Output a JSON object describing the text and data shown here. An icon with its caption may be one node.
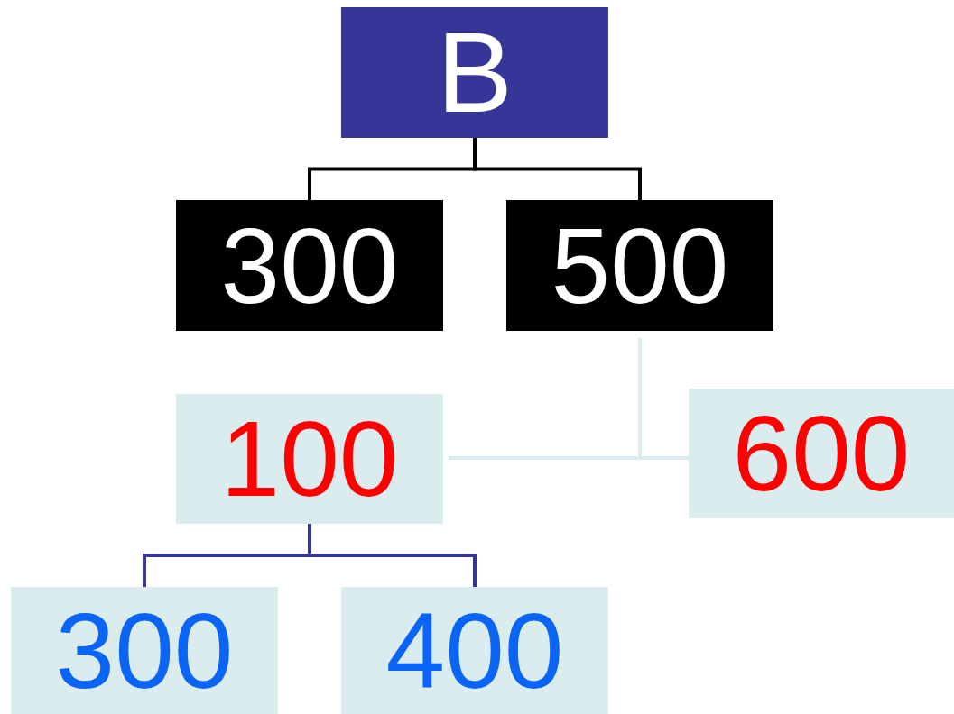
{
  "diagram": {
    "nodes": [
      {
        "text": [
          "B"
        ]
      },
      {
        "text": [
          "300"
        ]
      },
      {
        "text": [
          "500"
        ]
      },
      {
        "text": [
          "100"
        ]
      },
      {
        "text": [
          "600"
        ]
      },
      {
        "text": [
          "300"
        ]
      },
      {
        "text": [
          "400"
        ]
      }
    ],
    "edges": [
      {
        "from": 0,
        "to": 1,
        "arrow": "none"
      },
      {
        "from": 0,
        "to": 2,
        "arrow": "none"
      },
      {
        "from": 2,
        "to": 3,
        "arrow": "none",
        "color": "#daecee"
      },
      {
        "from": 2,
        "to": 4,
        "arrow": "none",
        "color": "#daecee"
      },
      {
        "from": 3,
        "to": 5,
        "arrow": "none",
        "color": "#363699"
      },
      {
        "from": 3,
        "to": 6,
        "arrow": "none",
        "color": "#363699"
      }
    ]
  }
}
